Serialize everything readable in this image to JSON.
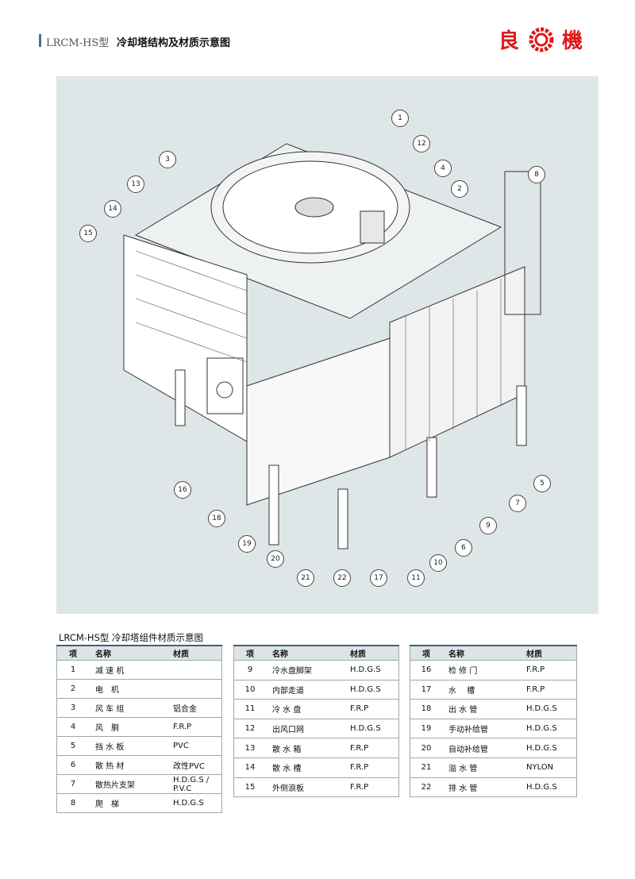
{
  "header": {
    "model": "LRCM-HS型",
    "title": "冷却塔结构及材质示意图",
    "logo_text": "良機"
  },
  "callouts": [
    "1",
    "12",
    "3",
    "4",
    "2",
    "13",
    "14",
    "15",
    "8",
    "16",
    "18",
    "19",
    "20",
    "21",
    "22",
    "17",
    "11",
    "10",
    "6",
    "9",
    "7",
    "5"
  ],
  "table_title": "LRCM-HS型 冷却塔组件材质示意图",
  "columns": [
    "项",
    "名称",
    "材质"
  ],
  "tables": [
    [
      [
        "1",
        "减 速 机",
        ""
      ],
      [
        "2",
        "电　机",
        ""
      ],
      [
        "3",
        "风 车 组",
        "铝合金"
      ],
      [
        "4",
        "风　胴",
        "F.R.P"
      ],
      [
        "5",
        "挡 水 板",
        "PVC"
      ],
      [
        "6",
        "散 热 材",
        "改性PVC"
      ],
      [
        "7",
        "散热片支架",
        "H.D.G.S / P.V.C"
      ],
      [
        "8",
        "爬　梯",
        "H.D.G.S"
      ]
    ],
    [
      [
        "9",
        "冷水盘脚架",
        "H.D.G.S"
      ],
      [
        "10",
        "内部走道",
        "H.D.G.S"
      ],
      [
        "11",
        "冷 水 盘",
        "F.R.P"
      ],
      [
        "12",
        "出风口网",
        "H.D.G.S"
      ],
      [
        "13",
        "散 水 箱",
        "F.R.P"
      ],
      [
        "14",
        "散 水 槽",
        "F.R.P"
      ],
      [
        "15",
        "外侧浪板",
        "F.R.P"
      ]
    ],
    [
      [
        "16",
        "检 修 门",
        "F.R.P"
      ],
      [
        "17",
        "水　 槽",
        "F.R.P"
      ],
      [
        "18",
        "出 水 管",
        "H.D.G.S"
      ],
      [
        "19",
        "手动补给管",
        "H.D.G.S"
      ],
      [
        "20",
        "自动补给管",
        "H.D.G.S"
      ],
      [
        "21",
        "溢 水 管",
        "NYLON"
      ],
      [
        "22",
        "排 水 管",
        "H.D.G.S"
      ]
    ]
  ]
}
